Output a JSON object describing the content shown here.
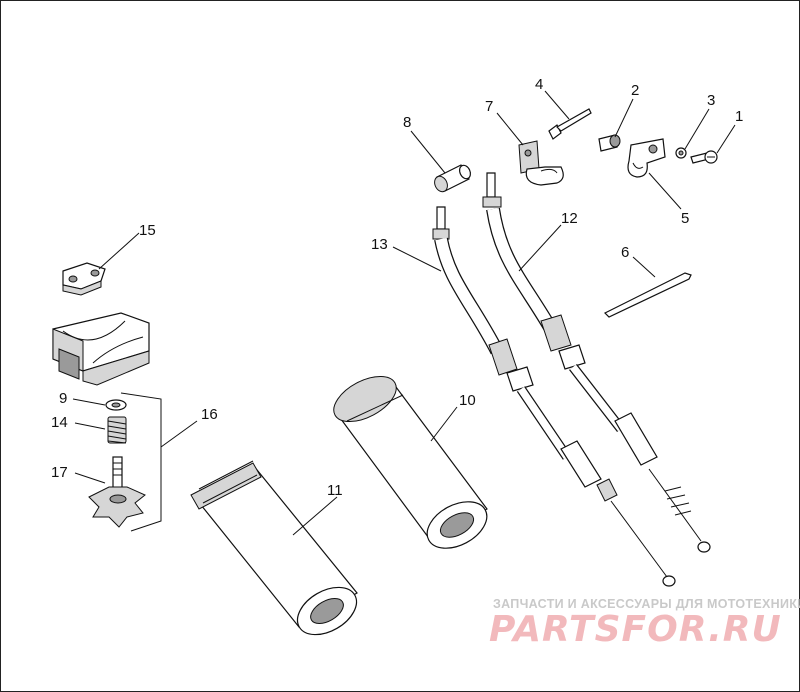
{
  "diagram": {
    "callouts": [
      {
        "id": "1",
        "label": "1"
      },
      {
        "id": "2",
        "label": "2"
      },
      {
        "id": "3",
        "label": "3"
      },
      {
        "id": "4",
        "label": "4"
      },
      {
        "id": "5",
        "label": "5"
      },
      {
        "id": "6",
        "label": "6"
      },
      {
        "id": "7",
        "label": "7"
      },
      {
        "id": "8",
        "label": "8"
      },
      {
        "id": "9",
        "label": "9"
      },
      {
        "id": "10",
        "label": "10"
      },
      {
        "id": "11",
        "label": "11"
      },
      {
        "id": "12",
        "label": "12"
      },
      {
        "id": "13",
        "label": "13"
      },
      {
        "id": "14",
        "label": "14"
      },
      {
        "id": "15",
        "label": "15"
      },
      {
        "id": "16",
        "label": "16"
      },
      {
        "id": "17",
        "label": "17"
      }
    ]
  },
  "watermark": {
    "tagline": "ЗАПЧАСТИ И АКСЕССУАРЫ ДЛЯ МОТОТЕХНИКИ",
    "logo": "PARTSFOR.RU",
    "color_text": "#c9c9c9",
    "color_logo": "#f2b9bc"
  }
}
